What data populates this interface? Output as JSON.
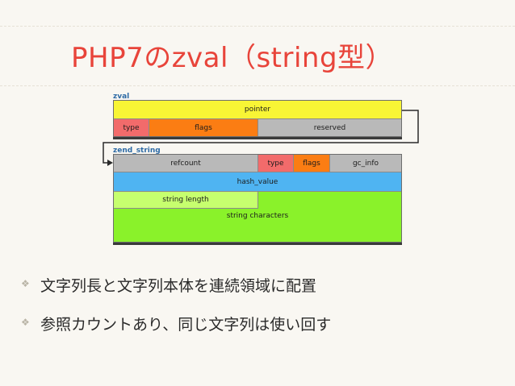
{
  "slide": {
    "title": "PHP7のzval（string型）"
  },
  "diagram": {
    "zval": {
      "label": "zval",
      "pointer": "pointer",
      "type": "type",
      "flags": "flags",
      "reserved": "reserved"
    },
    "zend_string": {
      "label": "zend_string",
      "refcount": "refcount",
      "type": "type",
      "flags": "flags",
      "gc_info": "gc_info",
      "hash_value": "hash_value",
      "string_length": "string length",
      "string_characters": "string characters"
    },
    "colors": {
      "yellow": "#f8f535",
      "red": "#f26b6b",
      "orange": "#fb7d13",
      "gray": "#b9b9b9",
      "blue": "#4fb4f2",
      "light_green": "#c6ff6e",
      "green": "#8af22a",
      "title_red": "#e8443a",
      "label_blue": "#2d6aa5"
    }
  },
  "bullets": [
    {
      "icon": "diamond-bullet-icon",
      "text": "文字列長と文字列本体を連続領域に配置"
    },
    {
      "icon": "diamond-bullet-icon",
      "text": "参照カウントあり、同じ文字列は使い回す"
    }
  ]
}
